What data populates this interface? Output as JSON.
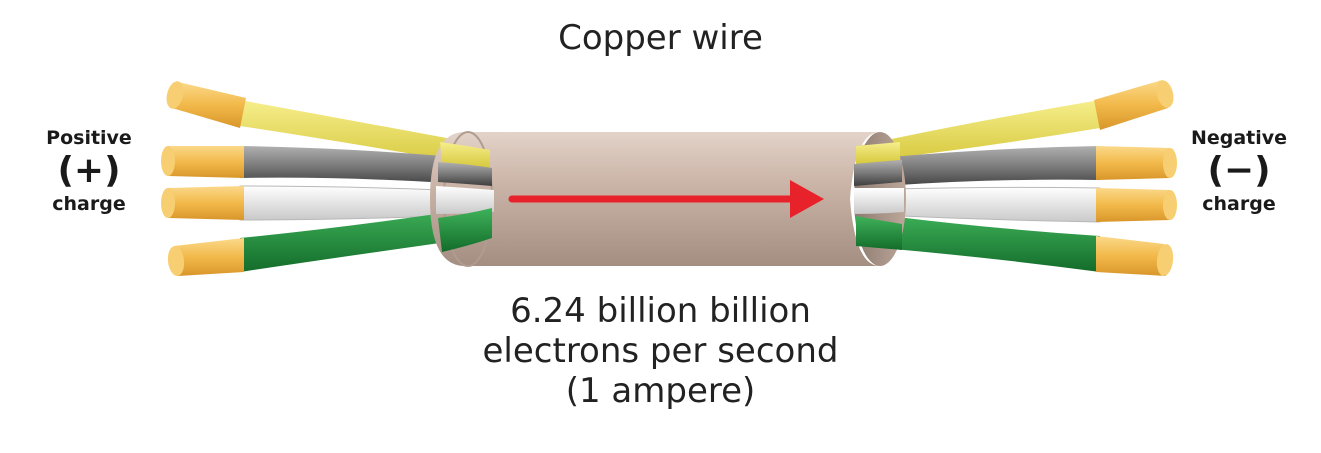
{
  "title": "Copper wire",
  "caption": {
    "line1": "6.24 billion billion",
    "line2": "electrons per second",
    "line3": "(1 ampere)"
  },
  "left_terminal": {
    "top_word": "Positive",
    "sign": "(+)",
    "bottom_word": "charge"
  },
  "right_terminal": {
    "top_word": "Negative",
    "sign": "(−)",
    "bottom_word": "charge"
  },
  "colors": {
    "sheath": "#c9b3a6",
    "arrow": "#e8222a",
    "copper": "#f2b94a",
    "wire_yellow": "#ecdf5a",
    "wire_gray": "#8f8f8f",
    "wire_white": "#e4e4e4",
    "wire_green": "#1e8f3a"
  }
}
